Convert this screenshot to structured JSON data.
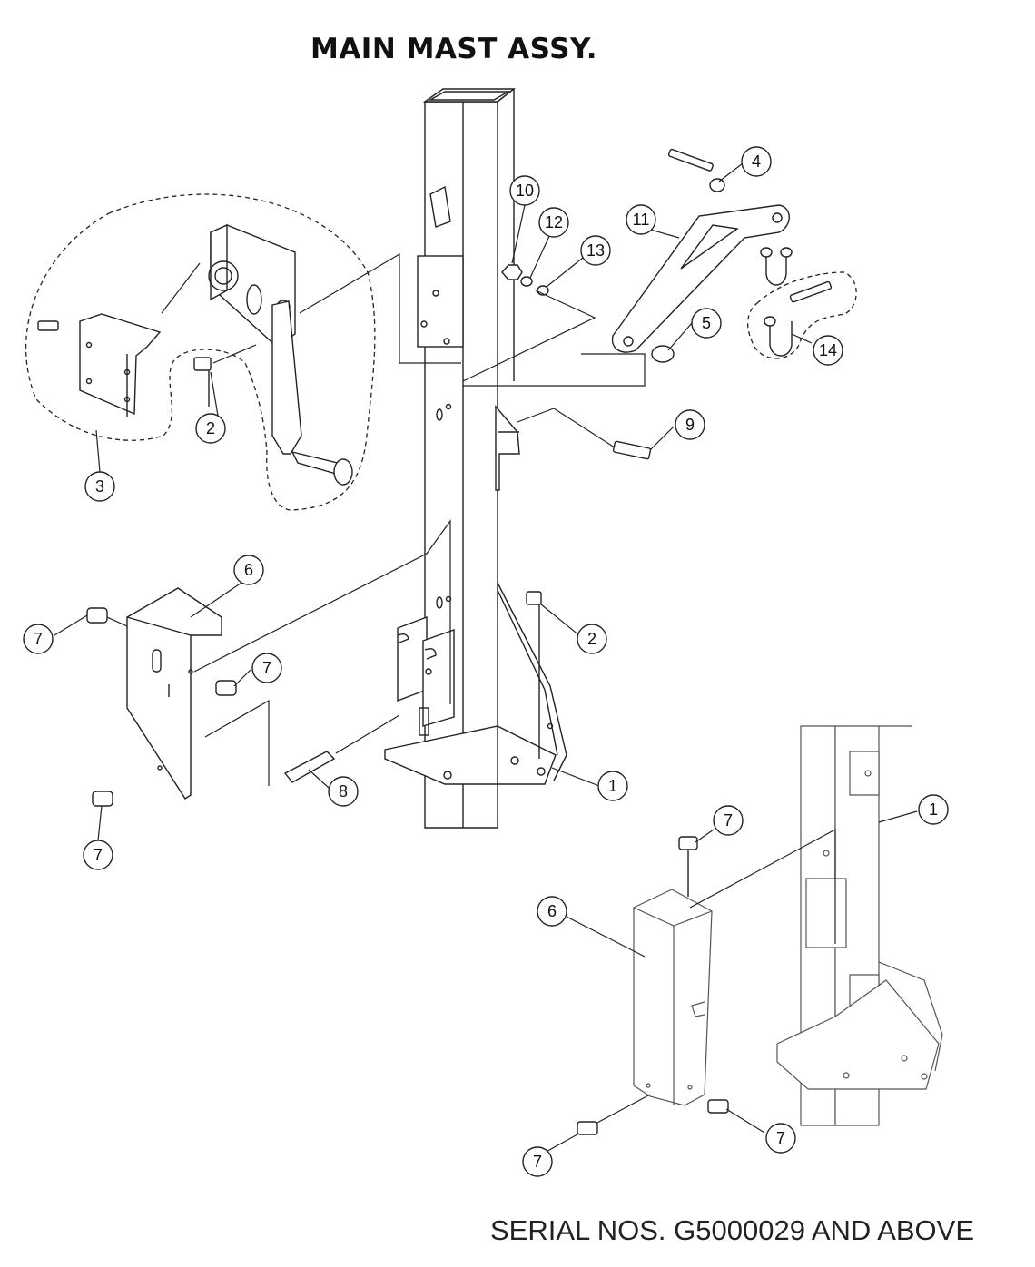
{
  "title": "MAIN MAST ASSY.",
  "footer": "SERIAL NOS. G5000029 AND ABOVE",
  "callouts": [
    "1",
    "2",
    "2",
    "3",
    "4",
    "5",
    "6",
    "7",
    "7",
    "7",
    "8",
    "9",
    "10",
    "11",
    "12",
    "13",
    "14",
    "1",
    "6",
    "7",
    "7",
    "7"
  ]
}
